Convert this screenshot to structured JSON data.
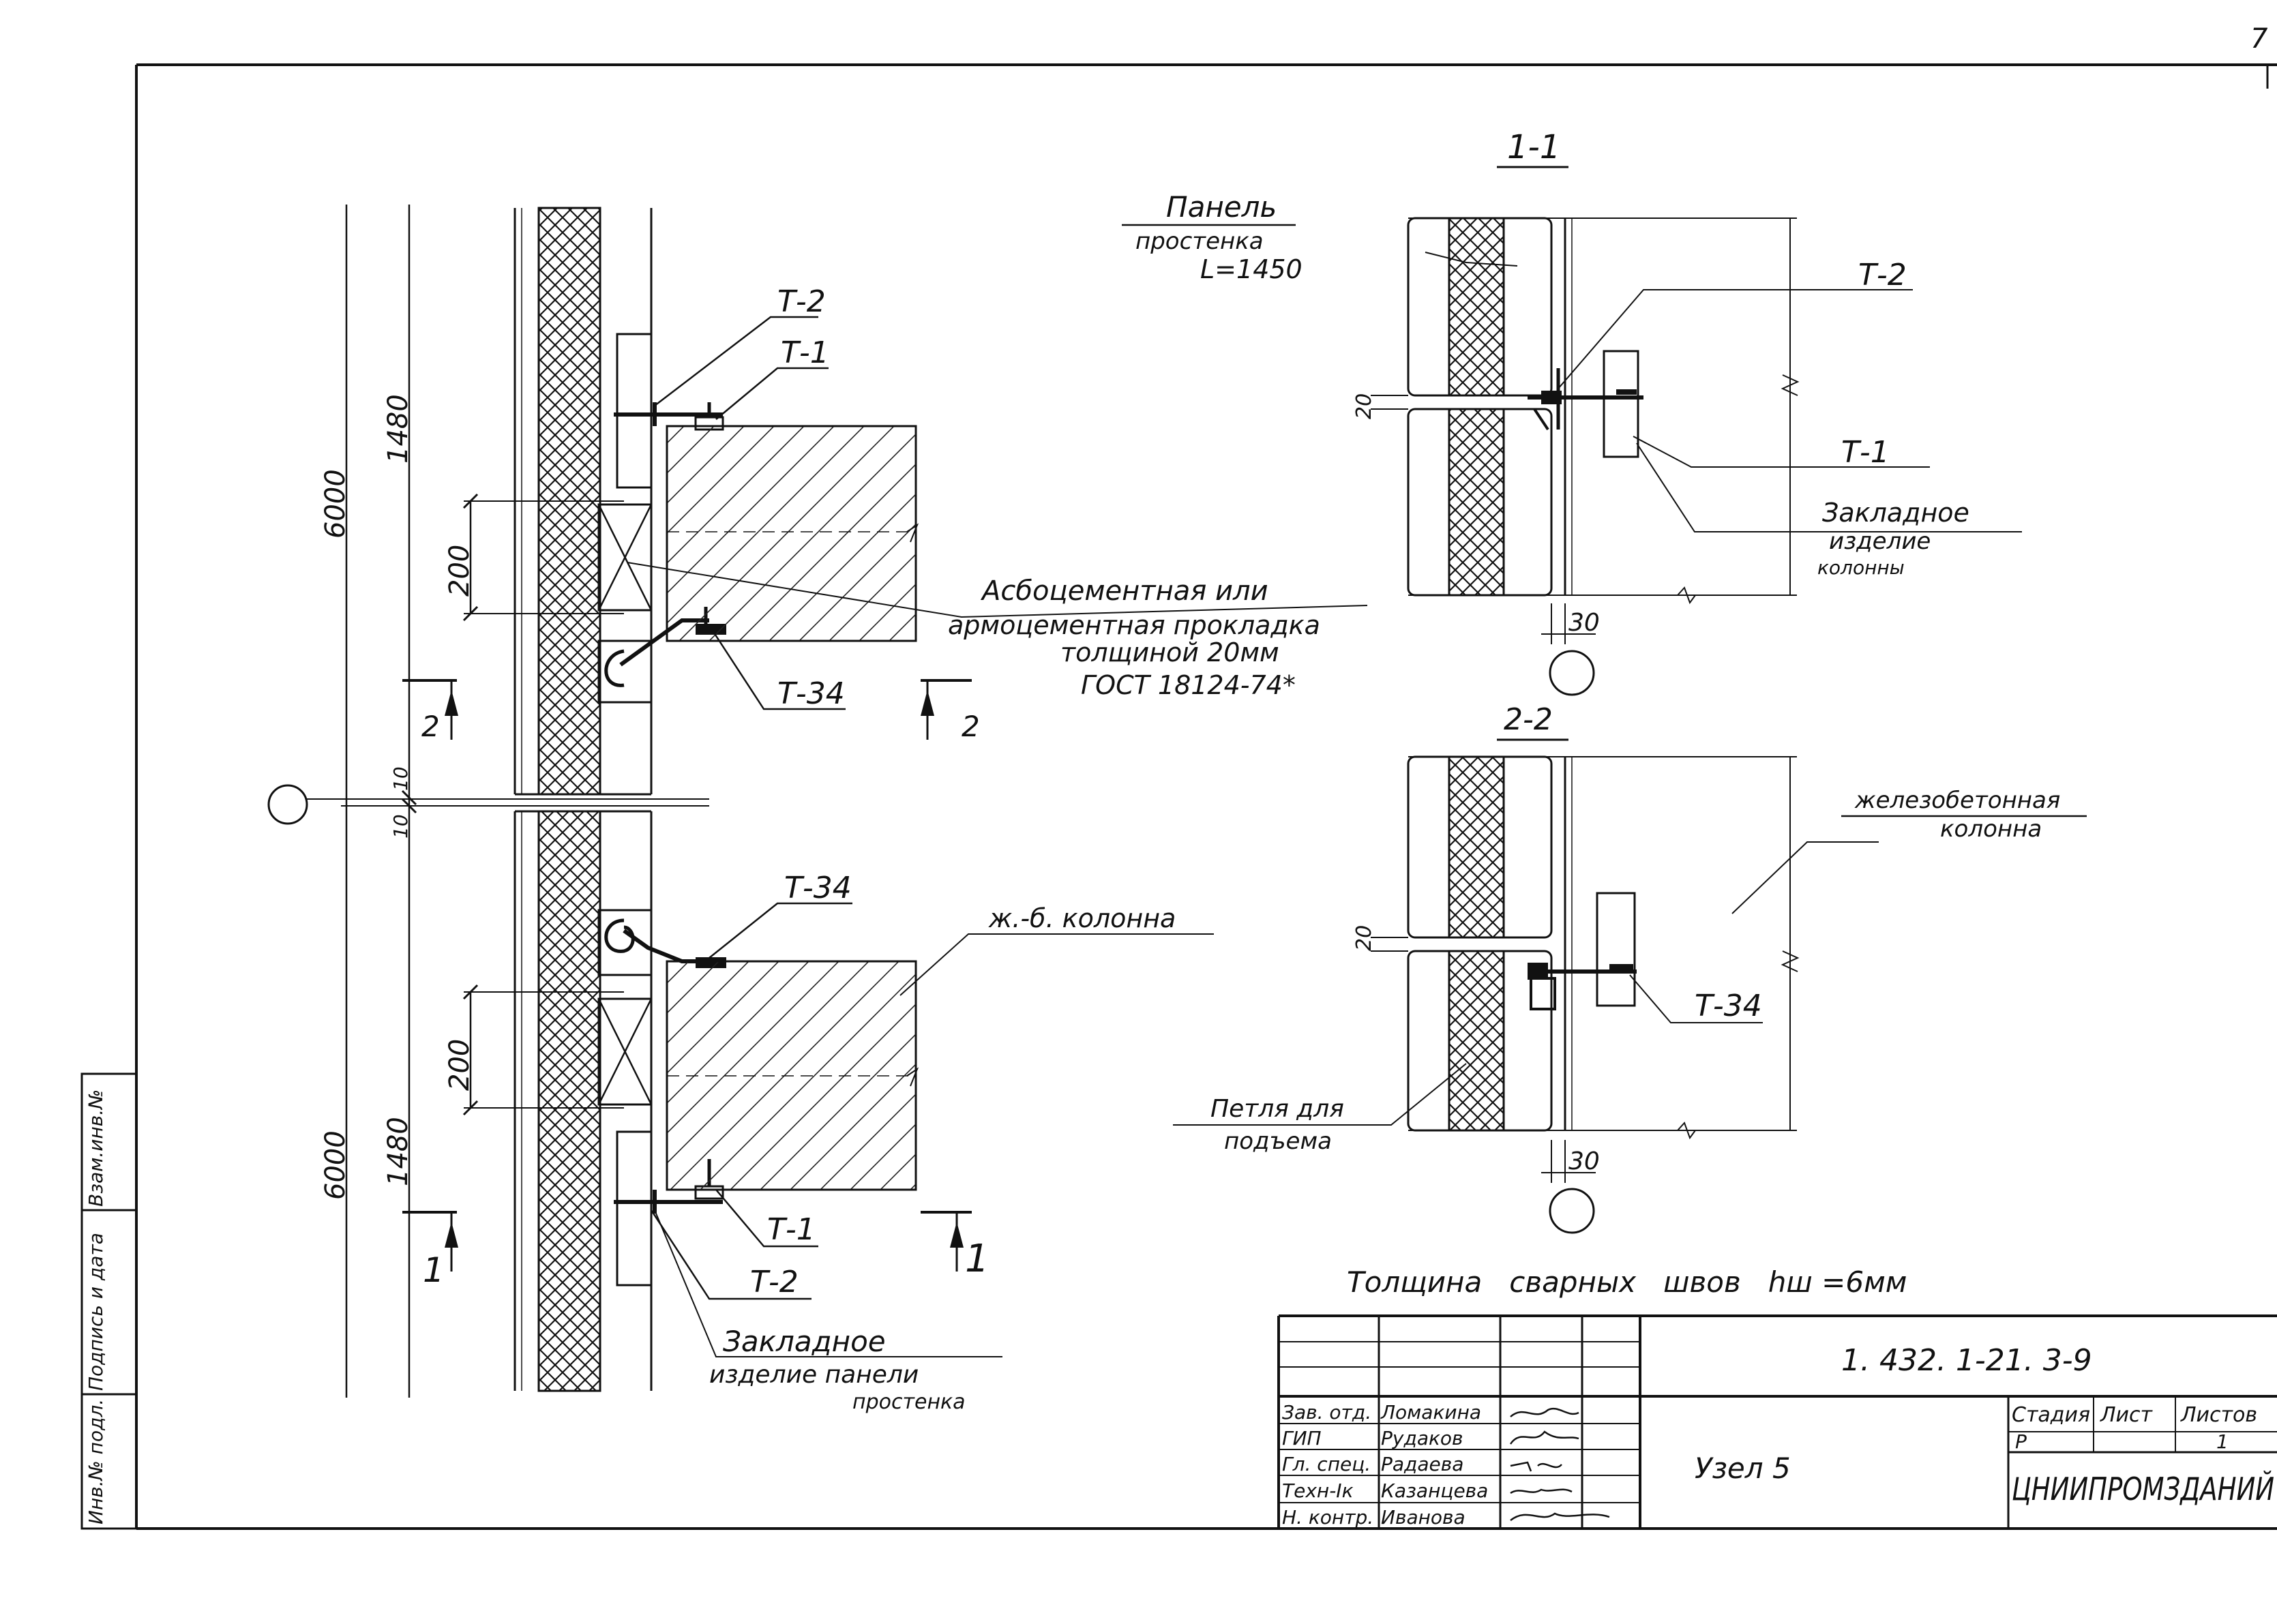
{
  "page_number": "7",
  "main_view": {
    "dims_outer": [
      "6000",
      "6000"
    ],
    "dims_inner": [
      "1480",
      "1480"
    ],
    "dim_gap": [
      "200",
      "200"
    ],
    "joint_dims": [
      "10",
      "10"
    ],
    "section_marks": [
      "2",
      "2",
      "1",
      "1"
    ],
    "callouts": {
      "t2_top": "Т-2",
      "t1_top": "Т-1",
      "t34_top": "Т-34",
      "t34_bottom": "Т-34",
      "t1_bottom": "Т-1",
      "t2_bottom": "Т-2"
    },
    "spacer_note": [
      "Асбоцементная   или",
      "армоцементная   прокладка",
      "толщиной  20мм",
      "ГОСТ 18124-74*"
    ],
    "column_label": "ж.-б. колонна",
    "embedded_panel": [
      "Закладное",
      "изделие  панели",
      "простенка"
    ]
  },
  "section_1_1": {
    "title": "1-1",
    "panel_note": [
      "Панель",
      "простенка",
      "L=1450"
    ],
    "callout_t2": "Т-2",
    "callout_t1": "Т-1",
    "embedded_column": [
      "Закладное",
      "изделие",
      "колонны"
    ],
    "dim_joint": "20",
    "dim_gap": "30"
  },
  "section_2_2": {
    "title": "2-2",
    "column_note": [
      "железобетонная",
      "колонна"
    ],
    "callout_t34": "Т-34",
    "lifting_loop": [
      "Петля  для",
      "подъема"
    ],
    "dim_joint": "20",
    "dim_gap": "30"
  },
  "weld_note": "Толщина   сварных   швов   hш =6мм",
  "side_stamp": [
    "Инв.№ подл.",
    "Подпись и дата",
    "Взам.инв.№"
  ],
  "title_block": {
    "doc_code": "1. 432. 1-21. 3-9",
    "sheet_title": "Узел 5",
    "rows": [
      {
        "role": "Зав. отд.",
        "name": "Ломакина"
      },
      {
        "role": "ГИП",
        "name": "Рудаков"
      },
      {
        "role": "Гл. спец.",
        "name": "Радаева"
      },
      {
        "role": "Техн-Iк",
        "name": "Казанцева"
      },
      {
        "role": "Н. контр.",
        "name": "Иванова"
      }
    ],
    "col_headers": [
      "Стадия",
      "Лист",
      "Листов"
    ],
    "col_values": [
      "Р",
      "",
      "1"
    ],
    "org": "ЦНИИПРОМЗДАНИЙ"
  }
}
